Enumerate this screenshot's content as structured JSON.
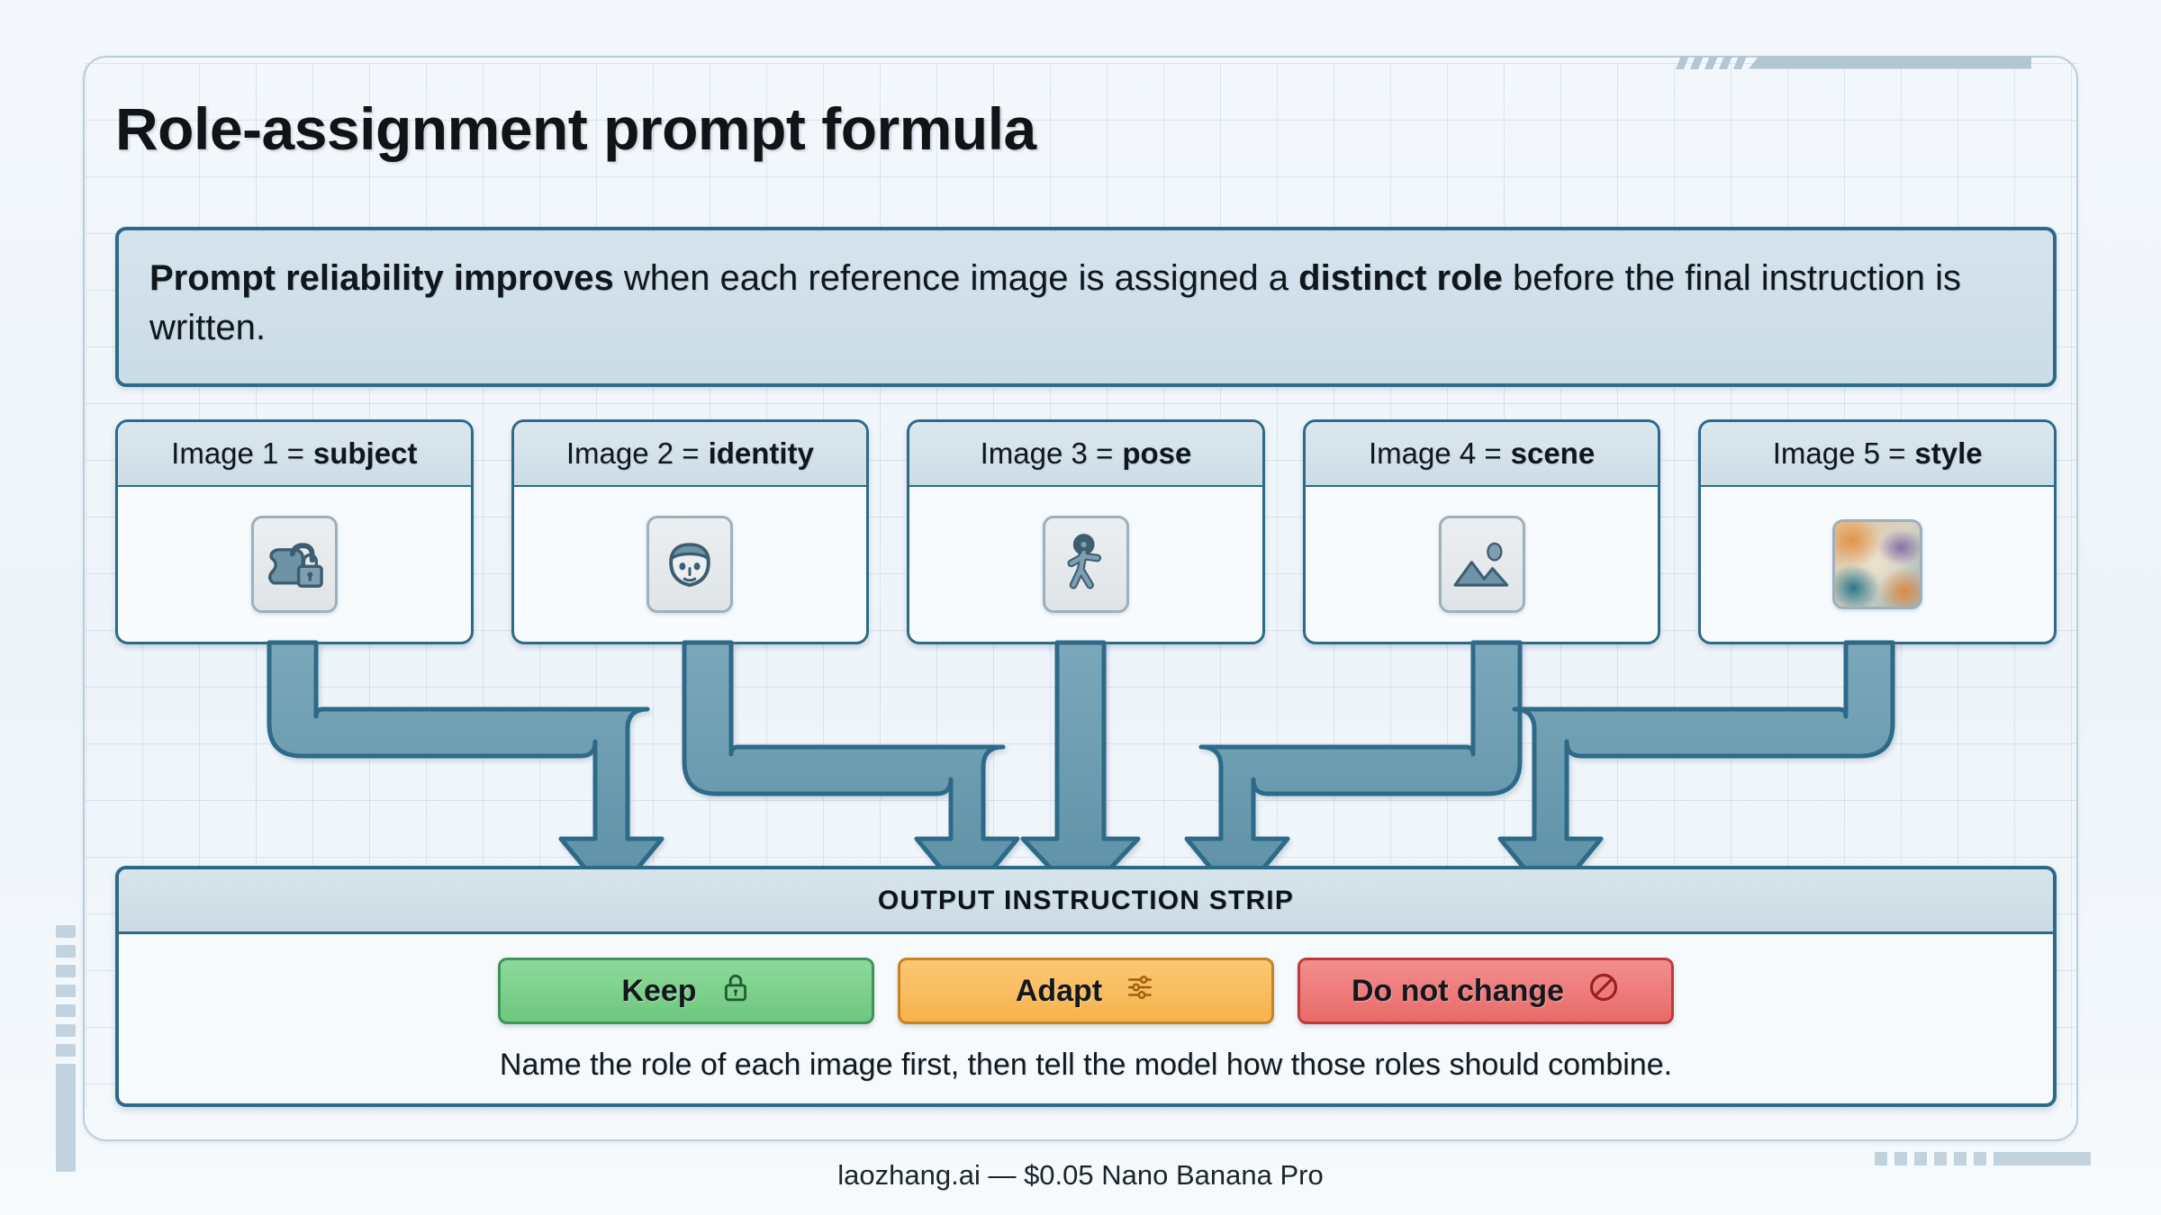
{
  "page": {
    "title": "Role-assignment prompt formula"
  },
  "banner": {
    "lead": "Prompt reliability improves",
    "middle": " when each reference image is assigned a ",
    "bold2": "distinct role",
    "tail": " before the final instruction is written."
  },
  "cards": [
    {
      "prefix": "Image 1 =",
      "role": "subject",
      "icon": "jug-lock-icon"
    },
    {
      "prefix": "Image 2 =",
      "role": "identity",
      "icon": "face-icon"
    },
    {
      "prefix": "Image 3 =",
      "role": "pose",
      "icon": "walking-person-icon"
    },
    {
      "prefix": "Image 4 =",
      "role": "scene",
      "icon": "landscape-picture-icon"
    },
    {
      "prefix": "Image 5 =",
      "role": "style",
      "icon": "texture-swatch-icon"
    }
  ],
  "strip": {
    "header": "OUTPUT INSTRUCTION STRIP",
    "pills": [
      {
        "label": "Keep",
        "icon": "lock-icon",
        "color": "#6ec77f"
      },
      {
        "label": "Adapt",
        "icon": "sliders-icon",
        "color": "#f7b24c"
      },
      {
        "label": "Do not change",
        "icon": "prohibition-icon",
        "color": "#ea6a6a"
      }
    ],
    "caption": "Name the role of each image first, then tell the model how those roles should combine."
  },
  "footer": {
    "text": "laozhang.ai  — $0.05 Nano Banana Pro"
  },
  "colors": {
    "accent_border": "#2d6a87",
    "arrow_fill": "#6a9cb0",
    "arrow_stroke": "#2d6a87",
    "page_bg": "#f2f7fb"
  }
}
